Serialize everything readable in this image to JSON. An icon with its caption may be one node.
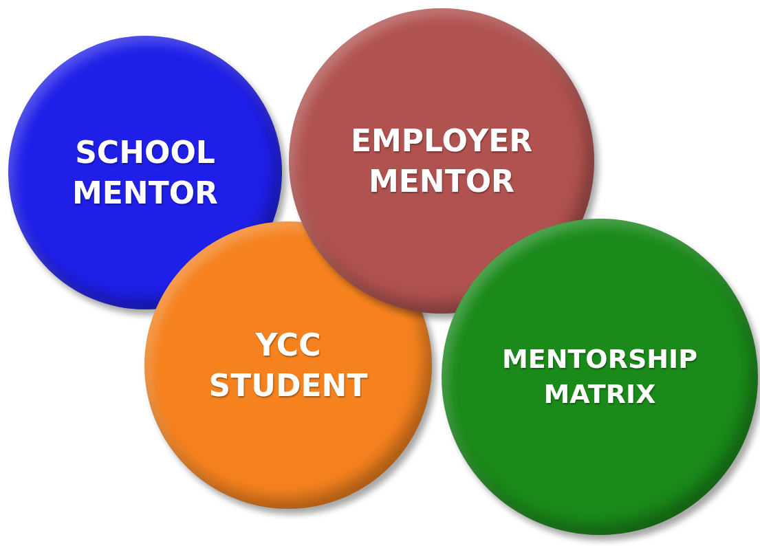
{
  "diagram": {
    "nodes": [
      {
        "text": [
          "SCHOOL MENTOR"
        ]
      },
      {
        "text": [
          "YCC STUDENT"
        ]
      },
      {
        "text": [
          "EMPLOYER MENTOR"
        ]
      },
      {
        "text": [
          "MENTORSHIP MATRIX"
        ]
      }
    ]
  }
}
